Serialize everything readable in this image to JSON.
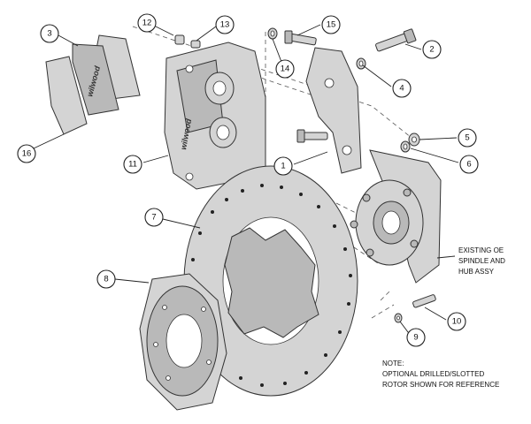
{
  "callouts": [
    {
      "num": "1"
    },
    {
      "num": "2"
    },
    {
      "num": "3"
    },
    {
      "num": "4"
    },
    {
      "num": "5"
    },
    {
      "num": "6"
    },
    {
      "num": "7"
    },
    {
      "num": "8"
    },
    {
      "num": "9"
    },
    {
      "num": "10"
    },
    {
      "num": "11"
    },
    {
      "num": "12"
    },
    {
      "num": "13"
    },
    {
      "num": "14"
    },
    {
      "num": "15"
    },
    {
      "num": "16"
    }
  ],
  "labels": {
    "spindle_line1": "EXISTING OE",
    "spindle_line2": "SPINDLE AND",
    "spindle_line3": "HUB ASSY",
    "note_line1": "NOTE:",
    "note_line2": "OPTIONAL DRILLED/SLOTTED",
    "note_line3": "ROTOR SHOWN FOR REFERENCE",
    "brand": "wilwood"
  }
}
